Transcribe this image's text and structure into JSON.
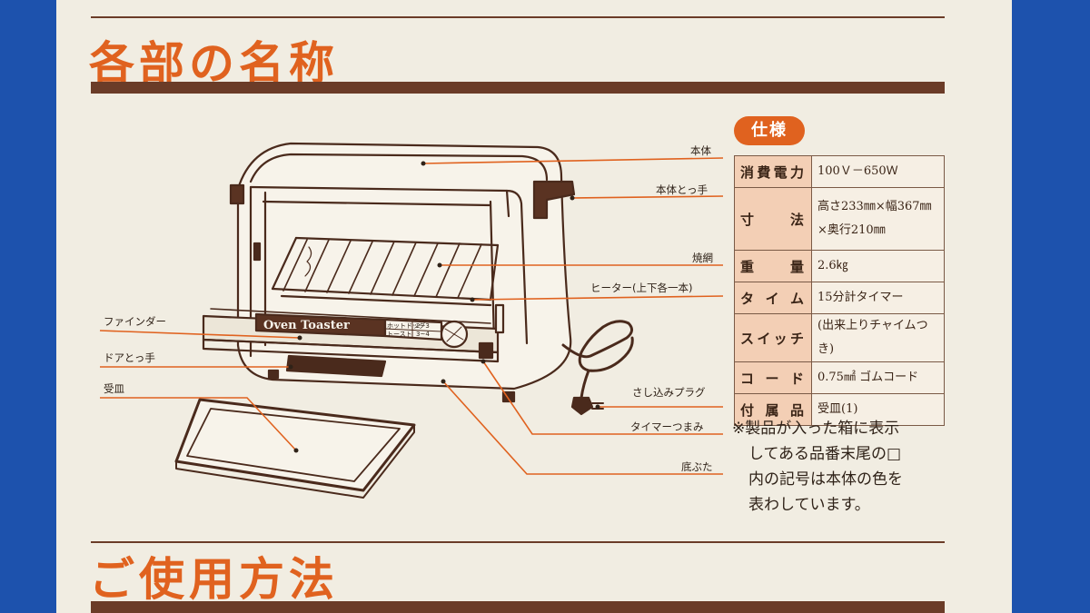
{
  "sections": {
    "parts_title": "各部の名称",
    "usage_title": "ご使用方法"
  },
  "diagram": {
    "panel_brand": "Oven Toaster",
    "panel_rows": [
      {
        "label": "ホットドッグ",
        "value": "2~3"
      },
      {
        "label": "トースト",
        "value": "3~4"
      }
    ],
    "labels": {
      "body": "本体",
      "body_handle": "本体とっ手",
      "grill": "焼網",
      "heater": "ヒーター(上下各一本)",
      "finder": "ファインダー",
      "door_handle": "ドアとっ手",
      "tray": "受皿",
      "plug": "さし込みプラグ",
      "timer_knob": "タイマーつまみ",
      "bottom_cover": "底ぶた"
    }
  },
  "specs": {
    "badge": "仕様",
    "rows": [
      {
        "key": "消費電力",
        "value": "100Ｖ－650Ｗ"
      },
      {
        "key": "寸法",
        "value": "高さ233㎜×幅367㎜×奥行210㎜"
      },
      {
        "key": "重量",
        "value": "2.6㎏"
      },
      {
        "key": "タイム",
        "value": "15分計タイマー"
      },
      {
        "key": "スイッチ",
        "value": "(出来上りチャイムつき)"
      },
      {
        "key": "コード",
        "value": "0.75㎟ ゴムコード"
      },
      {
        "key": "付属品",
        "value": "受皿(1)"
      }
    ],
    "note_lines": [
      "※製品が入った箱に表示",
      "してある品番末尾の□",
      "内の記号は本体の色を",
      "表わしています。"
    ]
  },
  "colors": {
    "accent": "#e0621f",
    "rule": "#6b3c28",
    "paper": "#f1ede2",
    "background": "#1d52ad",
    "table_header": "#f3cfb5"
  }
}
